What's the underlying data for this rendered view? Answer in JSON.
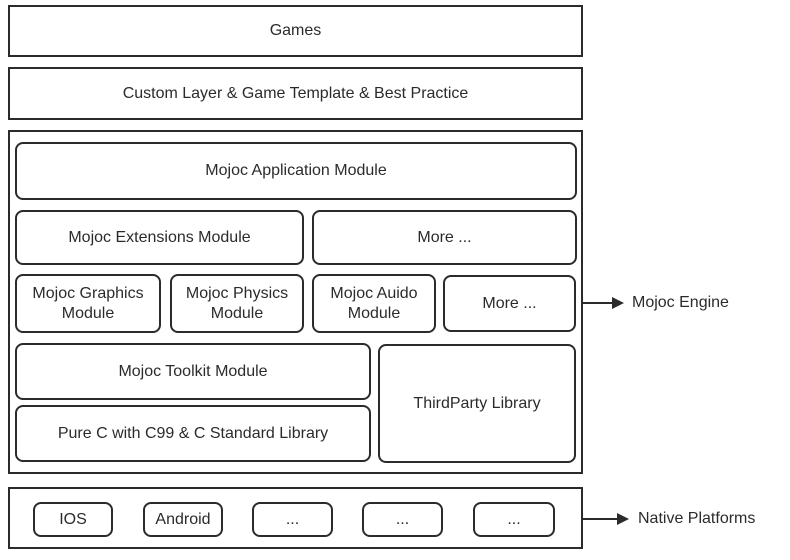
{
  "diagram": {
    "title_hint": "Mojoc engine architecture stack diagram",
    "colors": {
      "border": "#2b2b2b",
      "text": "#2b2b2b",
      "background": "#ffffff"
    },
    "top_layers": {
      "games": "Games",
      "custom_layer": "Custom Layer & Game Template & Best Practice"
    },
    "engine": {
      "application": "Mojoc Application Module",
      "extensions": "Mojoc Extensions Module",
      "more_row2": "More ...",
      "graphics": "Mojoc Graphics Module",
      "physics": "Mojoc Physics Module",
      "audio": "Mojoc Auido Module",
      "more_row3": "More ...",
      "toolkit": "Mojoc Toolkit Module",
      "pure_c": "Pure C with C99 & C Standard Library",
      "thirdparty": "ThirdParty Library"
    },
    "platforms": {
      "items": [
        "IOS",
        "Android",
        "...",
        "...",
        "..."
      ]
    },
    "side_labels": {
      "engine": "Mojoc Engine",
      "platforms": "Native Platforms"
    }
  }
}
